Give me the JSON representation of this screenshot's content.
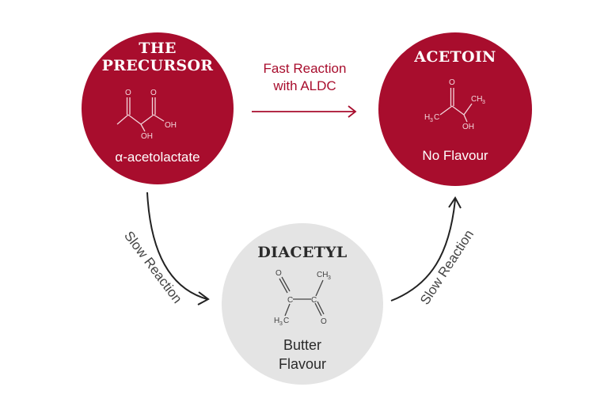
{
  "precursor": {
    "title_line1": "THE",
    "title_line2": "PRECURSOR",
    "compound": "α-acetolactate",
    "atoms": {
      "o1": "O",
      "o2": "O",
      "oh1": "OH",
      "oh2": "OH"
    }
  },
  "acetoin": {
    "title": "ACETOIN",
    "flavour": "No Flavour",
    "atoms": {
      "o": "O",
      "ch3": "CH",
      "ch3_sub": "3",
      "h3c": "H",
      "h3c_sub": "3",
      "h3c_c": "C",
      "oh": "OH"
    }
  },
  "diacetyl": {
    "title": "DIACETYL",
    "flavour_line1": "Butter",
    "flavour_line2": "Flavour",
    "atoms": {
      "o1": "O",
      "o2": "O",
      "c1": "C",
      "c2": "C",
      "ch3": "CH",
      "ch3_sub": "3",
      "h3c": "H",
      "h3c_sub": "3",
      "h3c_c": "C"
    }
  },
  "arrows": {
    "fast_line1": "Fast Reaction",
    "fast_line2": "with ALDC",
    "slow_left": "Slow Reaction",
    "slow_right": "Slow Reaction"
  },
  "colors": {
    "accent": "#a80d2d",
    "grey": "#e4e4e4",
    "arrow": "#222222"
  }
}
